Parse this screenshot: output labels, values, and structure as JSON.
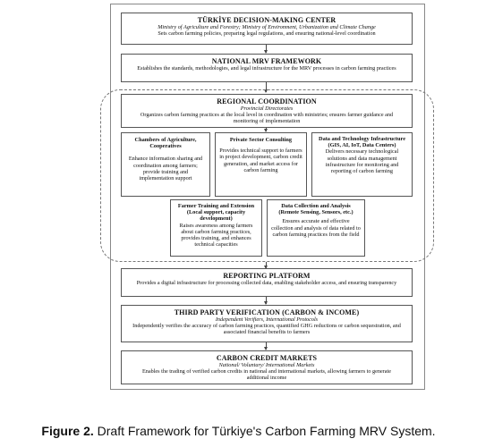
{
  "diagram": {
    "decision_center": {
      "title": "TÜRKİYE DECISION-MAKING CENTER",
      "subtitle": "Ministry of Agriculture and Forestry; Ministry of Environment, Urbanization and Climate Change",
      "text": "Sets carbon farming policies, preparing legal regulations, and ensuring national-level coordination"
    },
    "mrv_framework": {
      "title": "NATIONAL MRV FRAMEWORK",
      "text": "Establishes the standards, methodologies, and legal infrastructure for the MRV processes in carbon farming practices"
    },
    "regional": {
      "title": "REGIONAL COORDINATION",
      "subtitle": "Provincial Directorates",
      "text": "Organizes carbon farming practices at the local level in coordination with ministries; ensures farmer guidance and monitoring of implementation",
      "units": [
        {
          "title": "Chambers of Agriculture, Cooperatives",
          "text": "Enhance information sharing and coordination among farmers; provide training and implementation support"
        },
        {
          "title": "Private Sector Consulting",
          "text": "Provides technical support to farmers in project development, carbon credit generation, and market access for carbon farming"
        },
        {
          "title": "Data and Technology Infrastructure (GIS, AI, IoT, Data Centers)",
          "text": "Delivers necessary technological solutions and data management infrastructure for monitoring and reporting of carbon farming"
        },
        {
          "title": "Farmer Training and Extension (Local support, capacity development)",
          "text": "Raises awareness among farmers about carbon farming practices, provides training, and enhances technical capacities"
        },
        {
          "title": "Data Collection and Analysis (Remote Sensing, Sensors, etc.)",
          "text": "Ensures accurate and effective collection and analysis of data related to carbon farming practices from the field"
        }
      ]
    },
    "reporting": {
      "title": "REPORTING PLATFORM",
      "text": "Provides a digital infrastructure for processing collected data, enabling stakeholder access, and ensuring transparency"
    },
    "verification": {
      "title": "THIRD PARTY VERIFICATION (CARBON & INCOME)",
      "subtitle": "Independent Verifiers, International Protocols",
      "text": "Independently verifies the accuracy of carbon farming practices, quantified GHG reductions or carbon sequestration, and associated financial benefits to farmers"
    },
    "markets": {
      "title": "CARBON CREDIT MARKETS",
      "subtitle": "National/ Voluntary/ International Markets",
      "text": "Enables the trading of verified carbon credits in national and international markets, allowing farmers to generate additional income"
    }
  },
  "caption": {
    "label": "Figure 2.",
    "text": "Draft Framework for Türkiye's Carbon Farming MRV System."
  }
}
